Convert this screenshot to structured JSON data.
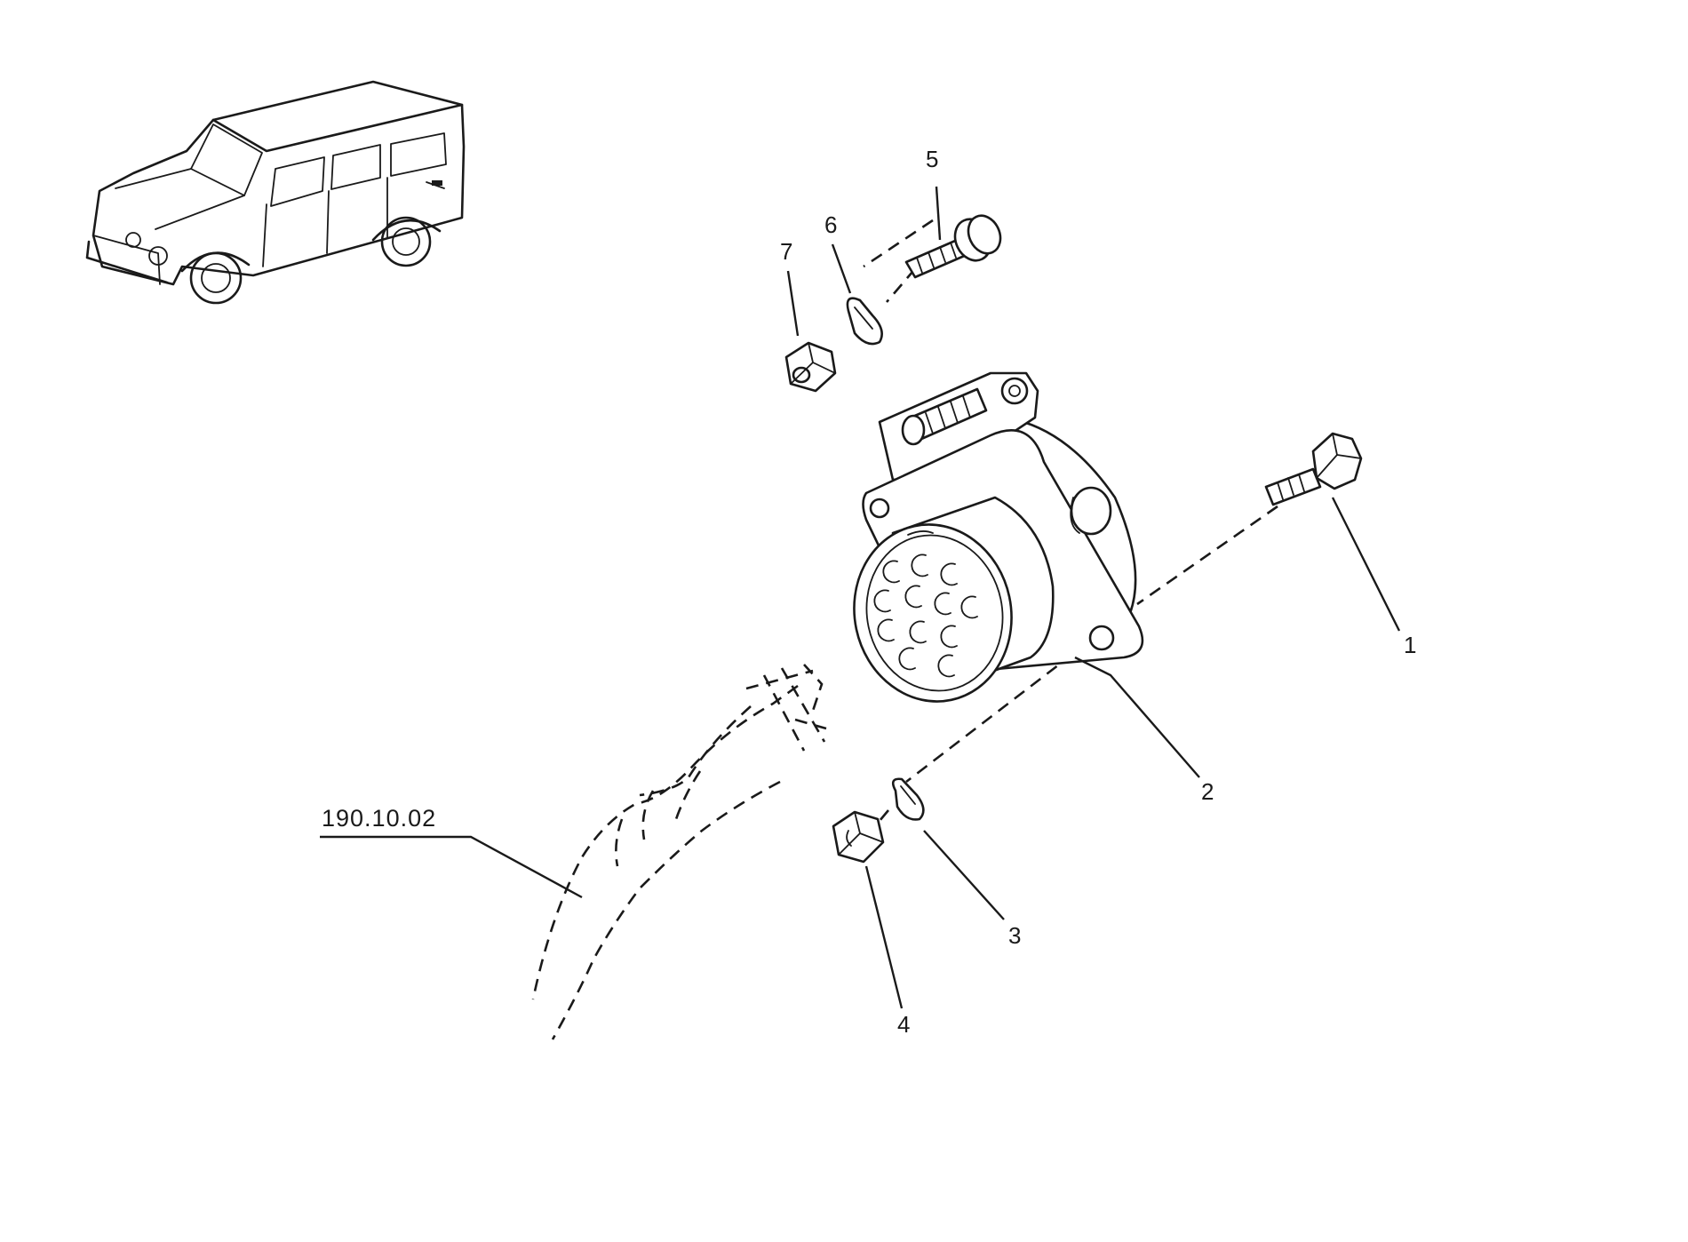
{
  "diagram": {
    "callouts": [
      {
        "id": "1",
        "label": "1"
      },
      {
        "id": "2",
        "label": "2"
      },
      {
        "id": "3",
        "label": "3"
      },
      {
        "id": "4",
        "label": "4"
      },
      {
        "id": "5",
        "label": "5"
      },
      {
        "id": "6",
        "label": "6"
      },
      {
        "id": "7",
        "label": "7"
      }
    ],
    "reference": "190.10.02"
  },
  "colors": {
    "ink": "#1a1a1a",
    "paper": "#ffffff"
  }
}
